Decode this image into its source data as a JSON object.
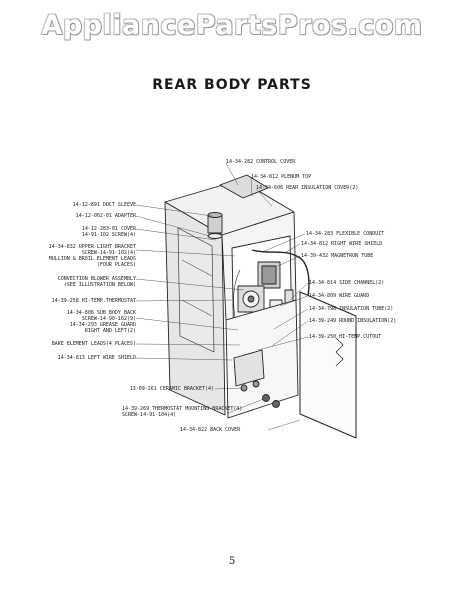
{
  "watermark": "AppliancePartsPros.com",
  "title": "REAR BODY PARTS",
  "page_number": "5",
  "callouts": [
    {
      "text": "14-34-282 CONTROL COVER"
    },
    {
      "text": "14-34-812 PLENUM TOP"
    },
    {
      "text": "14-34-606 REAR INSULATION COVER(2)"
    },
    {
      "text": "14-12-891 DUCT SLEEVE"
    },
    {
      "text": "14-12-002-01 ADAPTER"
    },
    {
      "text": "14-12-283-01 COVER\n14-91-102 SCREW(4)"
    },
    {
      "text": "14-34-832 UPPER LIGHT BRACKET\nSCREW-14-91-102(4)\nMULLION & BROIL ELEMENT LEADS\n(FOUR PLACES)"
    },
    {
      "text": "CONVECTION BLOWER ASSEMBLY\n(SEE ILLUSTRATION BELOW)"
    },
    {
      "text": "14-39-258 HI-TEMP.THERMOSTAT"
    },
    {
      "text": "14-34-806 SUB BODY BACK\nSCREW-14-90-162(9)\n14-34-293 GREASE GUARD\nRIGHT AND LEFT(2)"
    },
    {
      "text": "BAKE ELEMENT LEADS(4 PLACES)"
    },
    {
      "text": "14-34-813 LEFT WIRE SHIELD"
    },
    {
      "text": "14-34-283 FLEXIBLE CONDUIT"
    },
    {
      "text": "14-34-812 RIGHT WIRE SHIELD"
    },
    {
      "text": "14-39-432 MAGNETRON TUBE"
    },
    {
      "text": "14-34-814 SIDE CHANNEL(2)"
    },
    {
      "text": "14-34-809 WIRE GUARD"
    },
    {
      "text": "14-34-798 INSULATION TUBE(2)"
    },
    {
      "text": "14-39-249 ROUND INSULATION(2)"
    },
    {
      "text": "14-39-250 HI-TEMP.CUTOUT"
    },
    {
      "text": "13-09-261 CERAMIC BRACKET(4)"
    },
    {
      "text": "14-39-269 THERMOSTAT MOUNTING BRACKET(4)\nSCREW-14-91-104(4)"
    },
    {
      "text": "14-34-822 BACK COVER"
    }
  ]
}
